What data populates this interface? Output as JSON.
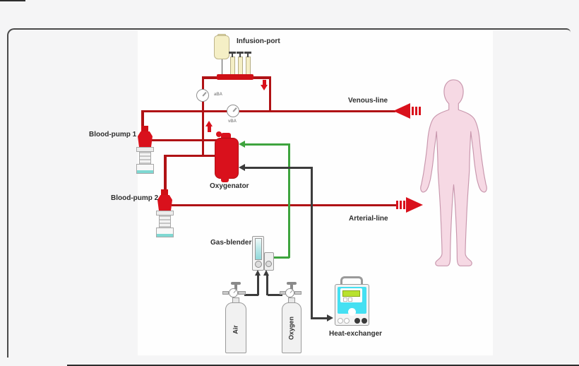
{
  "labels": {
    "infusion_port": "Infusion-port",
    "venous_line": "Venous-line",
    "blood_pump_1": "Blood-pump 1",
    "blood_pump_2": "Blood-pump 2",
    "oxygenator": "Oxygenator",
    "arterial_line": "Arterial-line",
    "gas_blender": "Gas-blender",
    "heat_exchanger": "Heat-exchanger",
    "air_cylinder": "Air",
    "oxygen_cylinder": "Oxygen",
    "gauge_arterial": "aBA",
    "gauge_venous": "vBA"
  },
  "flow_arrows": {
    "venous_big_arrow": "points left, blood from patient into circuit",
    "arterial_big_arrow": "points right, blood from circuit into patient",
    "infusion_drop_arrow": "points down, from infusion manifold into venous line",
    "bridge_up_arrow": "points up, along bridge line toward manifold",
    "gas_inlet_arrow": "points left, gas from blender into oxygenator",
    "water_inlet_arrow": "points left, water line into oxygenator",
    "water_return_arrow": "points right, water line into heat exchanger",
    "air_supply_arrow": "points up, air cylinder into gas blender",
    "oxygen_supply_arrow": "points up, oxygen cylinder into gas blender"
  },
  "colors": {
    "blood_line": "#b01215",
    "blood_fill": "#d9111c",
    "gas_line": "#3ea43e",
    "water_line": "#3c3c3c",
    "body_fill": "#f6d9e4",
    "body_outline": "#c897ad",
    "bag_fill": "#f5efc6",
    "cyan_panel": "#45e0f2",
    "screen_green": "#b8e22e",
    "teal_band": "#7fd8d2",
    "background": "#f5f5f6",
    "panel_white": "#fefefe"
  }
}
